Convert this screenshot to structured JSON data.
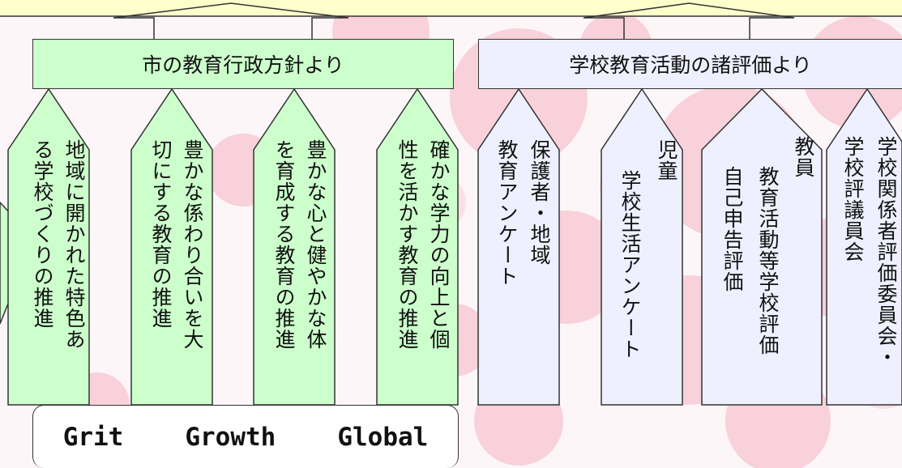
{
  "left_header": "市の教育行政方針より",
  "right_header": "学校教育活動の諸評価より",
  "motto": [
    "Grit",
    "Growth",
    "Global"
  ],
  "left_columns": [
    {
      "lines": [
        "地域に開かれた特色あ",
        "る学校づくりの推進"
      ]
    },
    {
      "lines": [
        "豊かな係わり合いを大",
        "切にする教育の推進"
      ]
    },
    {
      "lines": [
        "豊かな心と健やかな体",
        "を育成する教育の推進"
      ]
    },
    {
      "lines": [
        "確かな学力の向上と個",
        "性を活かす教育の推進"
      ]
    }
  ],
  "right_columns": [
    {
      "lines": [
        "保護者・地域",
        "教育アンケート"
      ]
    },
    {
      "lines": [
        "児童",
        "学校生活アンケート"
      ]
    },
    {
      "lines": [
        "教員",
        "教育活動等学校評価",
        "自己申告評価"
      ]
    },
    {
      "lines": [
        "学校関係者評価委員会・",
        "学校評議員会"
      ]
    }
  ],
  "colors": {
    "background": "#ffffff",
    "blob": "#f4a5b8",
    "left_fill": "#ccffcc",
    "right_fill": "#eef0ff",
    "header_band": "#ffffcc",
    "stroke": "#333333"
  }
}
